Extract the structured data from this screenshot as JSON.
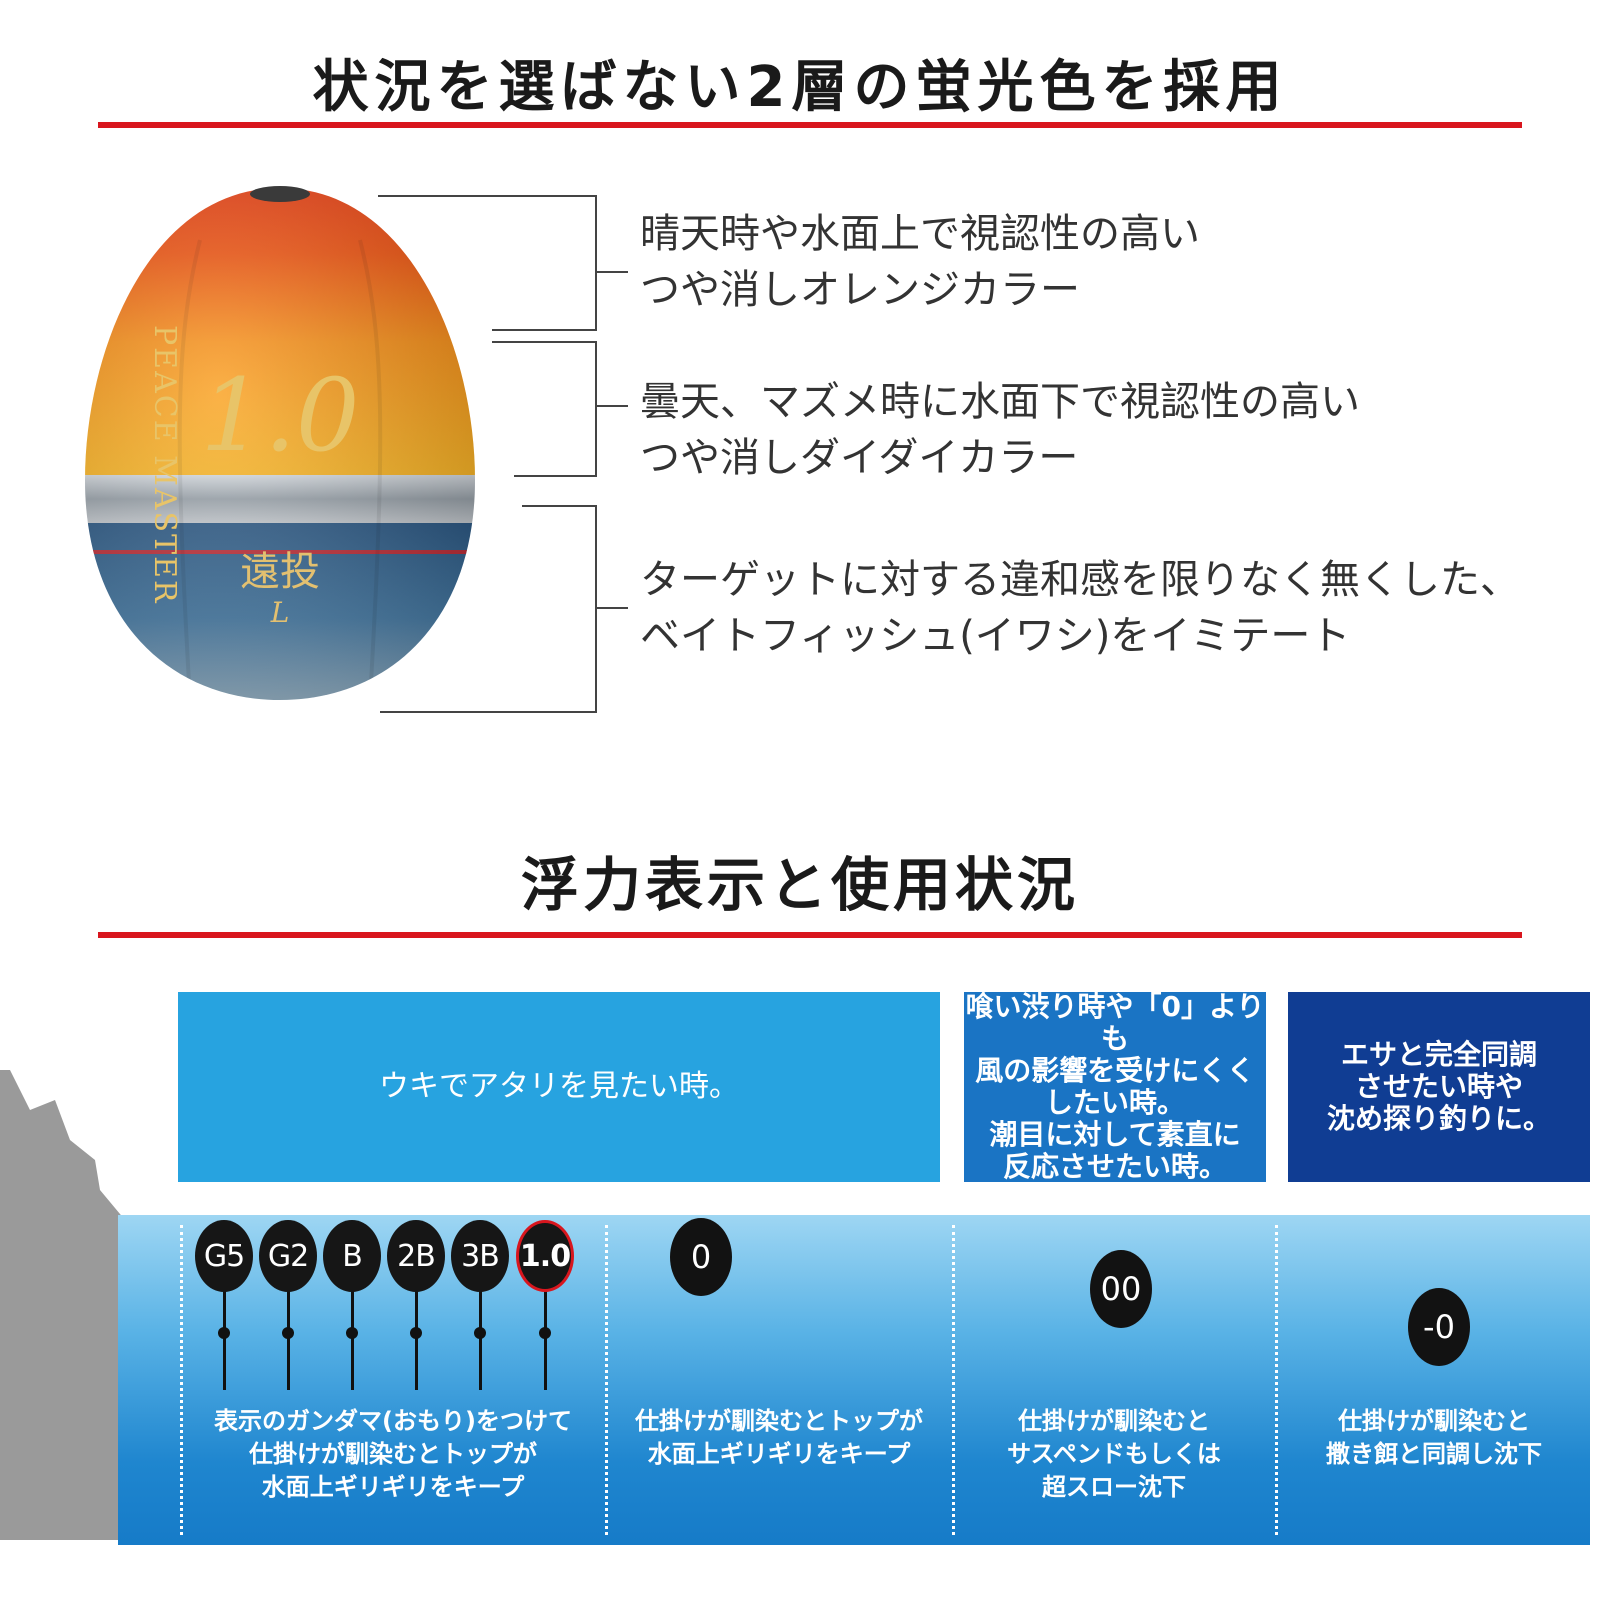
{
  "section1": {
    "title": "状況を選ばない2層の蛍光色を採用",
    "float_labels": {
      "number": "1.0",
      "brand": "PEACE MASTER",
      "kanji": "遠投",
      "kanji_sub": "L"
    },
    "descriptions": [
      {
        "line1": "晴天時や水面上で視認性の高い",
        "line2": "つや消しオレンジカラー"
      },
      {
        "line1": "曇天、マズメ時に水面下で視認性の高い",
        "line2": "つや消しダイダイカラー"
      },
      {
        "line1": "ターゲットに対する違和感を限りなく無くした、",
        "line2": "ベイトフィッシュ(イワシ)をイミテート"
      }
    ]
  },
  "section2": {
    "title": "浮力表示と使用状況",
    "boxes": [
      {
        "text": "ウキでアタリを見たい時。",
        "color": "#27a3e0"
      },
      {
        "text": "喰い渋り時や「0」よりも\n風の影響を受けにくく\nしたい時。\n潮目に対して素直に\n反応させたい時。",
        "color": "#1a74c4"
      },
      {
        "text": "エサと完全同調\nさせたい時や\n沈め探り釣りに。",
        "color": "#103d93"
      }
    ],
    "small_floats": [
      "G5",
      "G2",
      "B",
      "2B",
      "3B",
      "1.0"
    ],
    "highlight_float": "1.0",
    "large_floats": [
      "0",
      "00",
      "-0"
    ],
    "captions": [
      "表示のガンダマ(おもり)をつけて\n仕掛けが馴染むとトップが\n水面上ギリギリをキープ",
      "仕掛けが馴染むとトップが\n水面上ギリギリをキープ",
      "仕掛けが馴染むと\nサスペンドもしくは\n超スロー沈下",
      "仕掛けが馴染むと\n撒き餌と同調し沈下"
    ]
  }
}
